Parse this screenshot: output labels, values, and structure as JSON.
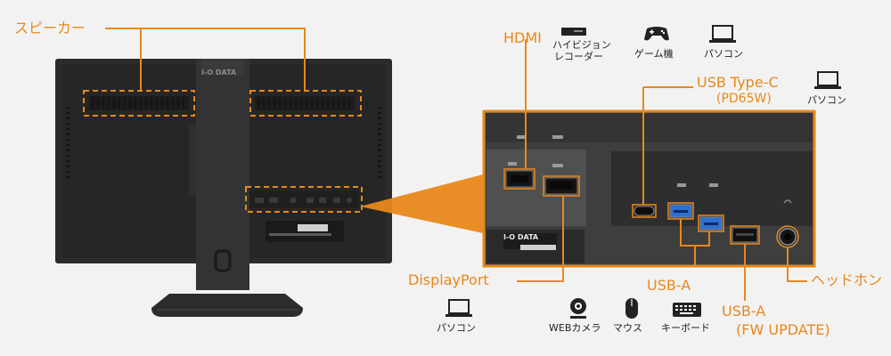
{
  "callouts": {
    "speaker": "スピーカー",
    "hdmi": "HDMI",
    "usb_c_line1": "USB Type-C",
    "usb_c_line2": "(PD65W)",
    "displayport": "DisplayPort",
    "usb_a": "USB-A",
    "usb_a_fw_line1": "USB-A",
    "usb_a_fw_line2": "(FW UPDATE)",
    "headphone": "ヘッドホン"
  },
  "devices": {
    "recorder_line1": "ハイビジョン",
    "recorder_line2": "レコーダー",
    "game": "ゲーム機",
    "pc_hdmi": "パソコン",
    "pc_usbc": "パソコン",
    "pc_dp": "パソコン",
    "webcam": "WEBカメラ",
    "mouse": "マウス",
    "keyboard": "キーボード"
  },
  "monitor": {
    "brand": "I-O DATA"
  },
  "port_labels": {
    "usb_c": "USB-C(PD65W)",
    "usb_a_1": "USB-A",
    "usb_a_2": "USB-A",
    "usb_fw": "USB-A FW UPDATE"
  },
  "colors": {
    "accent": "#e8881a",
    "monitor_body": "#2b2b2b",
    "background": "#f2f2f2",
    "usb3_blue": "#2f6fd1"
  },
  "icons": [
    "recorder-icon",
    "gamepad-icon",
    "laptop-icon",
    "webcam-icon",
    "mouse-icon",
    "keyboard-icon"
  ]
}
